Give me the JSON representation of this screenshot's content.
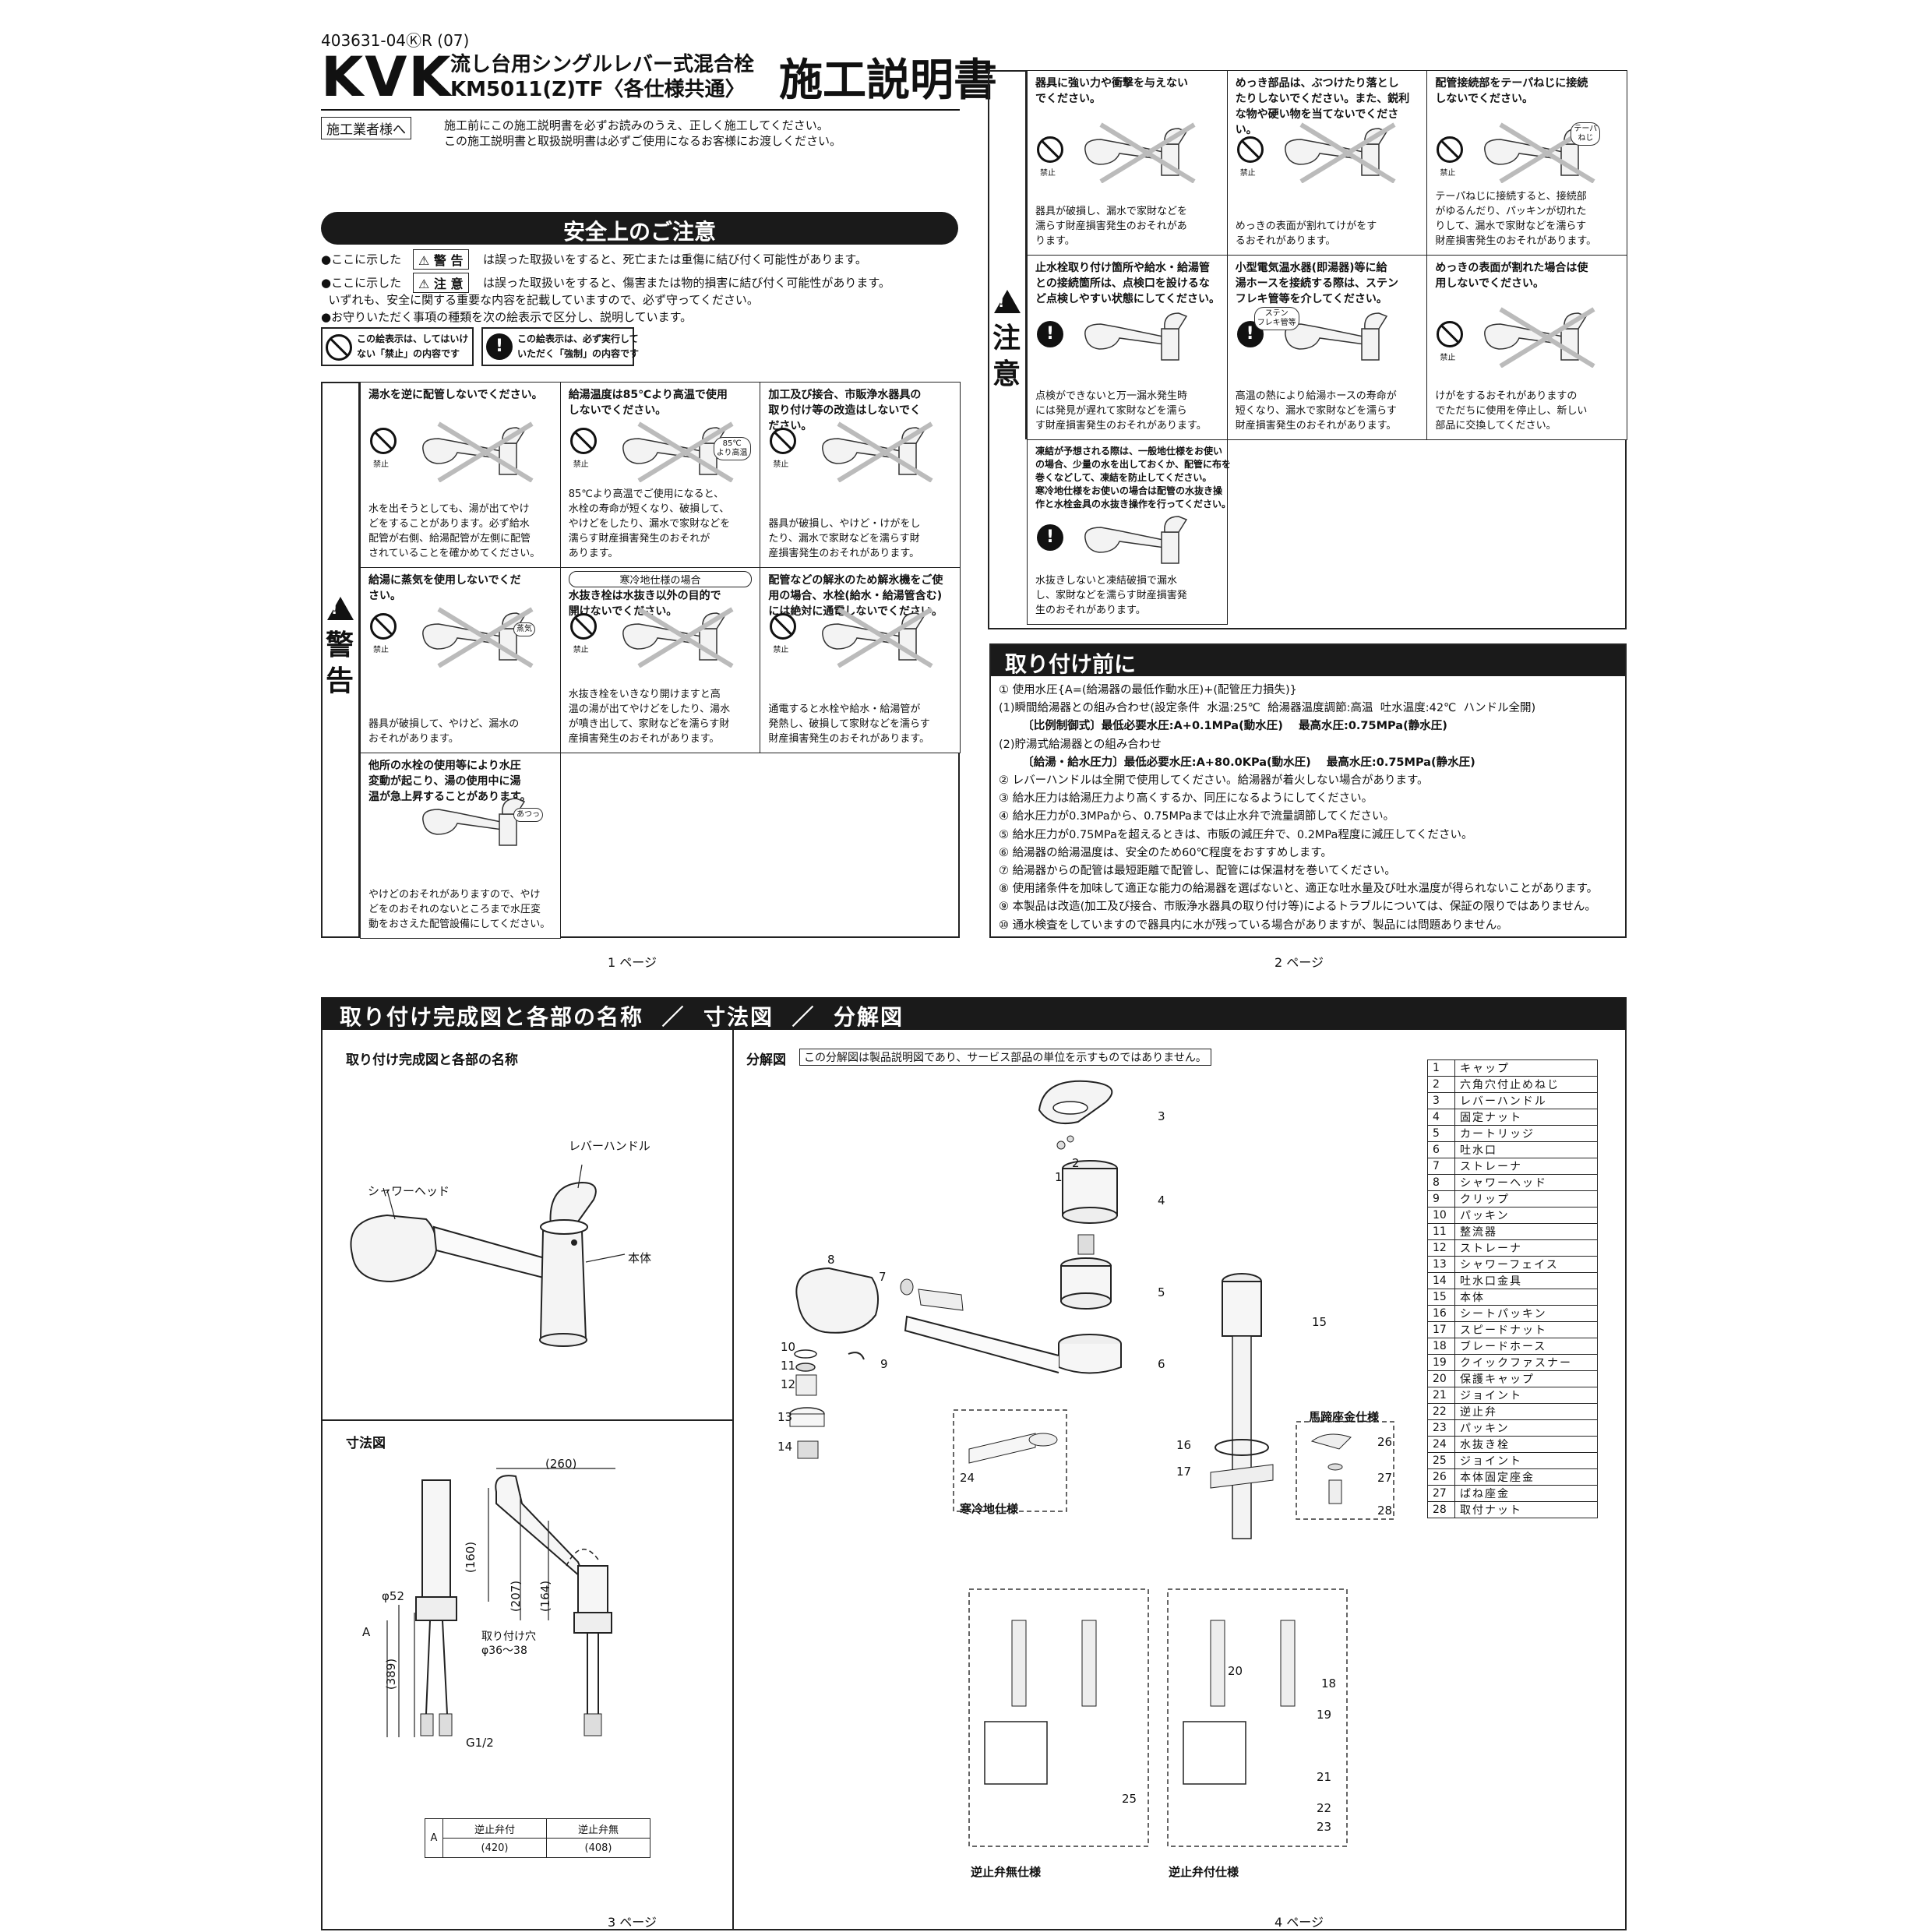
{
  "header": {
    "doc_code": "403631-04ⓀR (07)",
    "brand": "KVK",
    "product_line1": "流し台用シングルレバー式混合栓",
    "product_line2": "KM5011(Z)TF〈各仕様共通〉",
    "doc_title": "施工説明書",
    "installer_label": "施工業者様へ",
    "installer_note1": "施工前にこの施工説明書を必ずお読みのうえ、正しく施工してください。",
    "installer_note2": "この施工説明書と取扱説明書は必ずご使用になるお客様にお渡しください。"
  },
  "safety": {
    "title": "安全上のご注意",
    "line1_pre": "●ここに示した",
    "line1_badge": "⚠ 警 告",
    "line1_post": "は誤った取扱いをすると、死亡または重傷に結び付く可能性があります。",
    "line2_pre": "●ここに示した",
    "line2_badge": "⚠ 注 意",
    "line2_post": "は誤った取扱いをすると、傷害または物的損害に結び付く可能性があります。",
    "line3": "  いずれも、安全に関する重要な内容を記載していますので、必ず守ってください。",
    "line4": "●お守りいただく事項の種類を次の絵表示で区分し、説明しています。",
    "legend_prohibit": "この絵表示は、してはいけ\nない「禁止」の内容です",
    "legend_must": "この絵表示は、必ず実行して\nいただく「強制」の内容です",
    "warning_label": "警\n告",
    "caution_label": "注\n意",
    "prohibit_small": "禁止",
    "icon_prohibit": "prohibit-icon",
    "icon_must": "mandatory-icon"
  },
  "warnings": [
    {
      "head": "湯水を逆に配管しないでください。",
      "body": "水を出そうとしても、湯が出てやけ\nどをすることがあります。必ず給水\n配管が右側、給湯配管が左側に配管\nされていることを確かめてください。"
    },
    {
      "head": "給湯温度は85℃より高温で使用\nしないでください。",
      "body": "85℃より高温でご使用になると、\n水栓の寿命が短くなり、破損して、\nやけどをしたり、漏水で家財などを\n濡らす財産損害発生のおそれが\nあります。",
      "tag": "85℃\nより高温"
    },
    {
      "head": "加工及び接合、市販浄水器具の\n取り付け等の改造はしないでく\nださい。",
      "body": "器具が破損し、やけど・けがをし\nたり、漏水で家財などを濡らす財\n産損害発生のおそれがあります。"
    },
    {
      "head": "給湯に蒸気を使用しないでくだ\nさい。",
      "body": "器具が破損して、やけど、漏水の\nおそれがあります。",
      "tag": "蒸気"
    },
    {
      "sub": "寒冷地仕様の場合",
      "head": "水抜き栓は水抜き以外の目的で\n開けないでください。",
      "body": "水抜き栓をいきなり開けますと高\n温の湯が出てやけどをしたり、湯水\nが噴き出して、家財などを濡らす財\n産損害発生のおそれがあります。"
    },
    {
      "head": "配管などの解氷のため解氷機をご使\n用の場合、水栓(給水・給湯管含む)\nには絶対に通電しないでください。",
      "body": "通電すると水栓や給水・給湯管が\n発熱し、破損して家財などを濡らす\n財産損害発生のおそれがあります。"
    },
    {
      "head": "他所の水栓の使用等により水圧\n変動が起こり、湯の使用中に湯\n温が急上昇することがあります。",
      "body": "やけどのおそれがありますので、やけ\nどをのおそれのないところまで水圧変\n動をおさえた配管設備にしてください。",
      "tag": "あつっ"
    }
  ],
  "cautions": [
    {
      "head": "器具に強い力や衝撃を与えない\nでください。",
      "body": "器具が破損し、漏水で家財などを\n濡らす財産損害発生のおそれがあ\nります。"
    },
    {
      "head": "めっき部品は、ぶつけたり落とし\nたりしないでください。また、鋭利\nな物や硬い物を当てないでくださ\nい。",
      "body": "めっきの表面が割れてけがをす\nるおそれがあります。"
    },
    {
      "head": "配管接続部をテーパねじに接続\nしないでください。",
      "body": "テーパねじに接続すると、接続部\nがゆるんだり、パッキンが切れた\nりして、漏水で家財などを濡らす\n財産損害発生のおそれがあります。",
      "tag": "テーパ\nねじ"
    },
    {
      "head": "止水栓取り付け箇所や給水・給湯管\nとの接続箇所は、点検口を設けるな\nど点検しやすい状態にしてください。",
      "body": "点検ができないと万一漏水発生時\nには発見が遅れて家財などを濡ら\nす財産損害発生のおそれがあります。"
    },
    {
      "head": "小型電気温水器(即湯器)等に給\n湯ホースを接続する際は、ステン\nフレキ管等を介してください。",
      "body": "高温の熱により給湯ホースの寿命が\n短くなり、漏水で家財などを濡らす\n財産損害発生のおそれがあります。",
      "tag": "ステン\nフレキ管等"
    },
    {
      "head": "めっきの表面が割れた場合は使\n用しないでください。",
      "body": "けがをするおそれがありますの\nでただちに使用を停止し、新しい\n部品に交換してください。"
    },
    {
      "head": "凍結が予想される際は、一般地仕様をお使い\nの場合、少量の水を出しておくか、配管に布を\n巻くなどして、凍結を防止してください。\n寒冷地仕様をお使いの場合は配管の水抜き操\n作と水栓金具の水抜き操作を行ってください。",
      "body": "水抜きしないと凍結破損で漏水\nし、家財などを濡らす財産損害発\n生のおそれがあります。"
    }
  ],
  "before_install": {
    "title": "取り付け前に",
    "lines": [
      "① 使用水圧{A=(給湯器の最低作動水圧)+(配管圧力損失)}",
      "(1)瞬間給湯器との組み合わせ(設定条件  水温:25℃  給湯器温度調節:高温  吐水温度:42℃  ハンドル全開)",
      "      〔比例制御式〕最低必要水圧:A+0.1MPa(動水圧)    最高水圧:0.75MPa(静水圧)",
      "(2)貯湯式給湯器との組み合わせ",
      "      〔給湯・給水圧力〕最低必要水圧:A+80.0KPa(動水圧)    最高水圧:0.75MPa(静水圧)",
      "② レバーハンドルは全開で使用してください。給湯器が着火しない場合があります。",
      "③ 給水圧力は給湯圧力より高くするか、同圧になるようにしてください。",
      "④ 給水圧力が0.3MPaから、0.75MPaまでは止水弁で流量調節してください。",
      "⑤ 給水圧力が0.75MPaを超えるときは、市販の減圧弁で、0.2MPa程度に減圧してください。",
      "⑥ 給湯器の給湯温度は、安全のため60℃程度をおすすめします。",
      "⑦ 給湯器からの配管は最短距離で配管し、配管には保温材を巻いてください。",
      "⑧ 使用諸条件を加味して適正な能力の給湯器を選ばないと、適正な吐水量及び吐水温度が得られないことがあります。",
      "⑨ 本製品は改造(加工及び接合、市販浄水器具の取り付け等)によるトラブルについては、保証の限りではありません。",
      "⑩ 通水検査をしていますので器具内に水が残っている場合がありますが、製品には問題ありません。"
    ]
  },
  "pages": {
    "p1": "1 ページ",
    "p2": "2 ページ",
    "p3": "3 ページ",
    "p4": "4 ページ"
  },
  "assembly": {
    "title": "取り付け完成図と各部の名称  ／  寸法図  ／  分解図",
    "names_title": "取り付け完成図と各部の名称",
    "label_lever": "レバーハンドル",
    "label_shower": "シャワーヘッド",
    "label_body": "本体",
    "dims_title": "寸法図",
    "dim_260": "(260)",
    "dim_160": "(160)",
    "dim_207": "(207)",
    "dim_164": "(164)",
    "dim_389": "(389)",
    "dim_phi52": "φ52",
    "dim_hole": "取り付け穴\nφ36〜38",
    "dim_g12": "G1/2",
    "dim_A": "A",
    "dim_table": {
      "head": [
        "逆止弁付",
        "逆止弁無"
      ],
      "row_label": "A",
      "vals": [
        "(420)",
        "(408)"
      ]
    },
    "exploded_title": "分解図",
    "exploded_note": "この分解図は製品説明図であり、サービス部品の単位を示すものではありません。",
    "cold_label": "寒冷地仕様",
    "horseshoe_label": "馬蹄座金仕様",
    "no_check_label": "逆止弁無仕様",
    "with_check_label": "逆止弁付仕様"
  },
  "parts": [
    [
      "1",
      "キャップ"
    ],
    [
      "2",
      "六角穴付止めねじ"
    ],
    [
      "3",
      "レバーハンドル"
    ],
    [
      "4",
      "固定ナット"
    ],
    [
      "5",
      "カートリッジ"
    ],
    [
      "6",
      "吐水口"
    ],
    [
      "7",
      "ストレーナ"
    ],
    [
      "8",
      "シャワーヘッド"
    ],
    [
      "9",
      "クリップ"
    ],
    [
      "10",
      "パッキン"
    ],
    [
      "11",
      "整流器"
    ],
    [
      "12",
      "ストレーナ"
    ],
    [
      "13",
      "シャワーフェイス"
    ],
    [
      "14",
      "吐水口金具"
    ],
    [
      "15",
      "本体"
    ],
    [
      "16",
      "シートパッキン"
    ],
    [
      "17",
      "スピードナット"
    ],
    [
      "18",
      "ブレードホース"
    ],
    [
      "19",
      "クイックファスナー"
    ],
    [
      "20",
      "保護キャップ"
    ],
    [
      "21",
      "ジョイント"
    ],
    [
      "22",
      "逆止弁"
    ],
    [
      "23",
      "パッキン"
    ],
    [
      "24",
      "水抜き栓"
    ],
    [
      "25",
      "ジョイント"
    ],
    [
      "26",
      "本体固定座金"
    ],
    [
      "27",
      "ばね座金"
    ],
    [
      "28",
      "取付ナット"
    ]
  ],
  "callouts": [
    "1",
    "2",
    "3",
    "4",
    "5",
    "6",
    "7",
    "8",
    "9",
    "10",
    "11",
    "12",
    "13",
    "14",
    "15",
    "16",
    "17",
    "18",
    "19",
    "20",
    "21",
    "22",
    "23",
    "24",
    "25",
    "26",
    "27",
    "28"
  ]
}
